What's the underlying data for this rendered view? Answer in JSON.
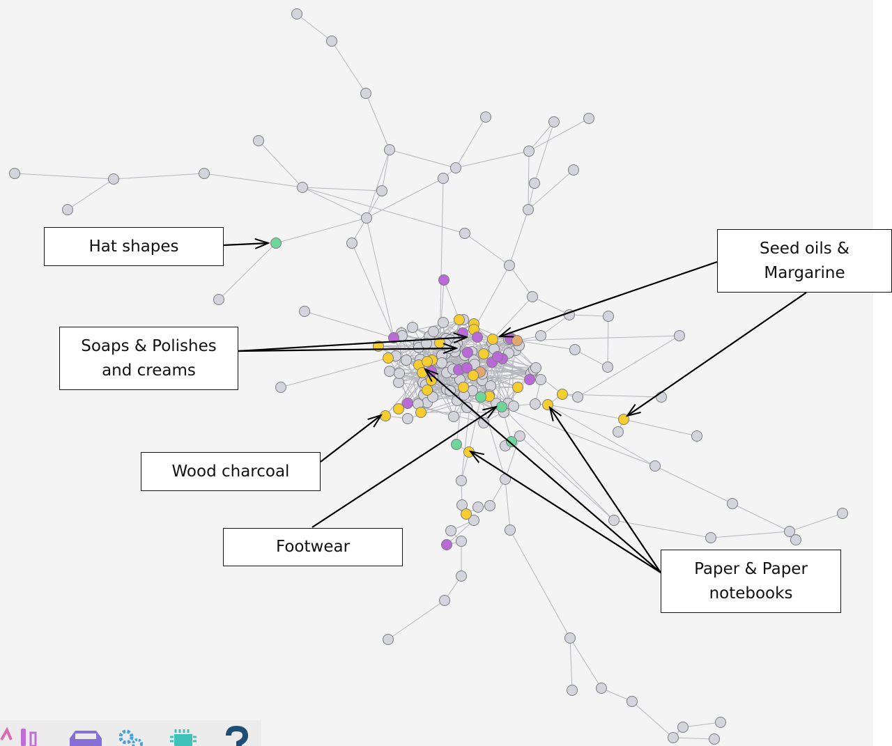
{
  "callouts": {
    "hat_shapes": "Hat shapes",
    "seed_oils": "Seed oils &\nMargarine",
    "soaps": "Soaps & Polishes\nand creams",
    "wood_charcoal": "Wood charcoal",
    "footwear": "Footwear",
    "paper": "Paper & Paper\nnotebooks"
  },
  "colors": {
    "background": "#f4f4f4",
    "node_default": "#d4d4dc",
    "node_stroke": "#7a7a80",
    "edge": "#b5b5bd",
    "highlight_yellow": "#f5cd2e",
    "highlight_purple": "#b96ad6",
    "highlight_green": "#6fd69a",
    "highlight_orange": "#e2a76f",
    "arrow": "#000000"
  },
  "icons": [
    "chemistry-icon",
    "car-icon",
    "gears-icon",
    "chip-icon",
    "question-mark-icon"
  ]
}
